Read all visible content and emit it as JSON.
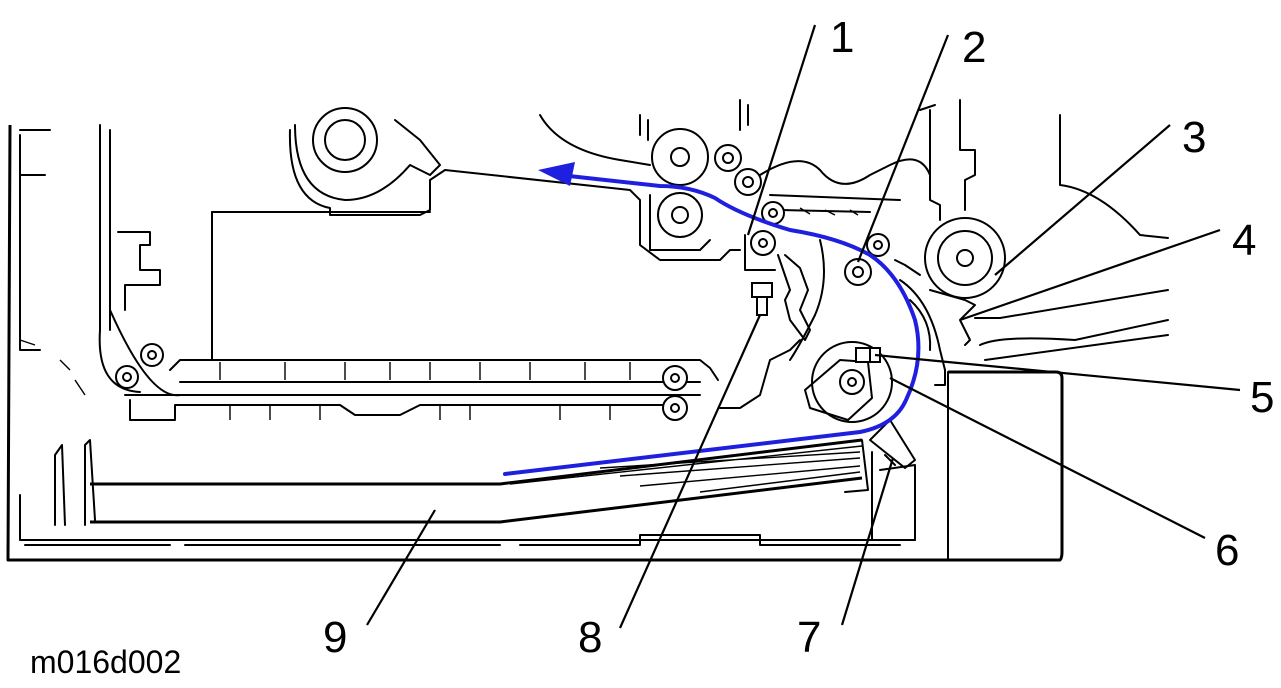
{
  "diagram": {
    "figure_id": "m016d002",
    "paper_path_color": "#1f1fe0",
    "callouts": [
      {
        "id": "1",
        "label": "1"
      },
      {
        "id": "2",
        "label": "2"
      },
      {
        "id": "3",
        "label": "3"
      },
      {
        "id": "4",
        "label": "4"
      },
      {
        "id": "5",
        "label": "5"
      },
      {
        "id": "6",
        "label": "6"
      },
      {
        "id": "7",
        "label": "7"
      },
      {
        "id": "8",
        "label": "8"
      },
      {
        "id": "9",
        "label": "9"
      }
    ]
  }
}
